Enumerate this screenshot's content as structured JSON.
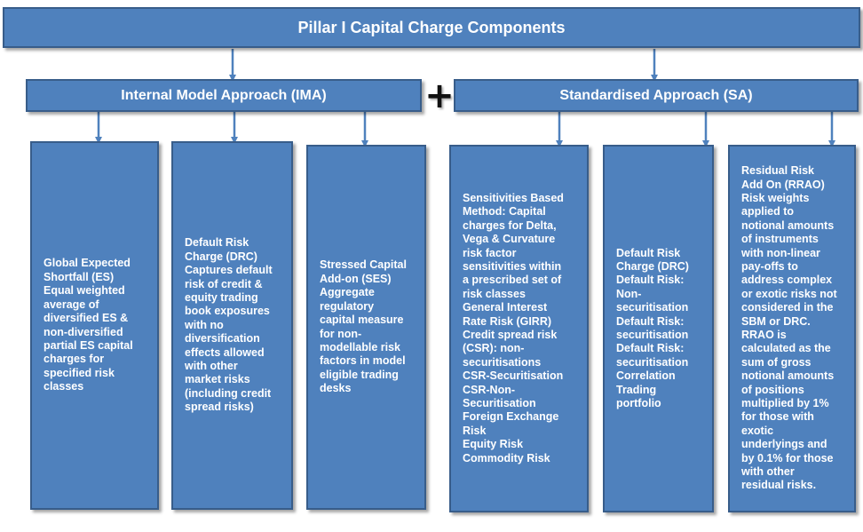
{
  "title": "Pillar I Capital Charge Components",
  "plus_symbol": "+",
  "ima": {
    "heading": "Internal Model Approach (IMA)",
    "components": [
      "Global Expected\nShortfall (ES)\nEqual weighted\naverage of\ndiversified ES &\nnon-diversified\npartial ES capital\ncharges for\nspecified risk\nclasses",
      "Default Risk\nCharge (DRC)\nCaptures default\nrisk of credit &\nequity trading\nbook exposures\nwith no\ndiversification\neffects allowed\nwith other\nmarket risks\n(including credit\nspread risks)",
      "Stressed Capital\nAdd-on (SES)\nAggregate\nregulatory\ncapital measure\nfor non-\nmodellable risk\nfactors in model\neligible trading\ndesks"
    ]
  },
  "sa": {
    "heading": "Standardised Approach (SA)",
    "components": [
      "Sensitivities Based\nMethod: Capital\ncharges for Delta,\nVega & Curvature\nrisk factor\nsensitivities within\na prescribed set of\nrisk classes\nGeneral Interest\nRate Risk (GIRR)\nCredit spread risk\n(CSR): non-\nsecuritisations\nCSR-Securitisation\nCSR-Non-\nSecuritisation\nForeign Exchange\nRisk\nEquity Risk\nCommodity Risk",
      "Default Risk\nCharge (DRC)\nDefault Risk:\nNon-\nsecuritisation\nDefault Risk:\nsecuritisation\nDefault Risk:\nsecuritisation\nCorrelation\nTrading\nportfolio",
      "Residual Risk\nAdd On (RRAO)\nRisk weights\napplied to\nnotional amounts\nof instruments\nwith non-linear\npay-offs to\naddress complex\nor exotic risks not\nconsidered in the\nSBM or DRC.\nRRAO is\ncalculated as the\nsum of gross\nnotional amounts\nof positions\nmultiplied by 1%\nfor those with\nexotic\nunderlyings  and\nby 0.1% for those\nwith other\nresidual risks."
    ]
  },
  "colors": {
    "box_fill": "#4f81bd",
    "box_border": "#385d8a",
    "text": "#ffffff",
    "connector": "#4f81bd"
  }
}
